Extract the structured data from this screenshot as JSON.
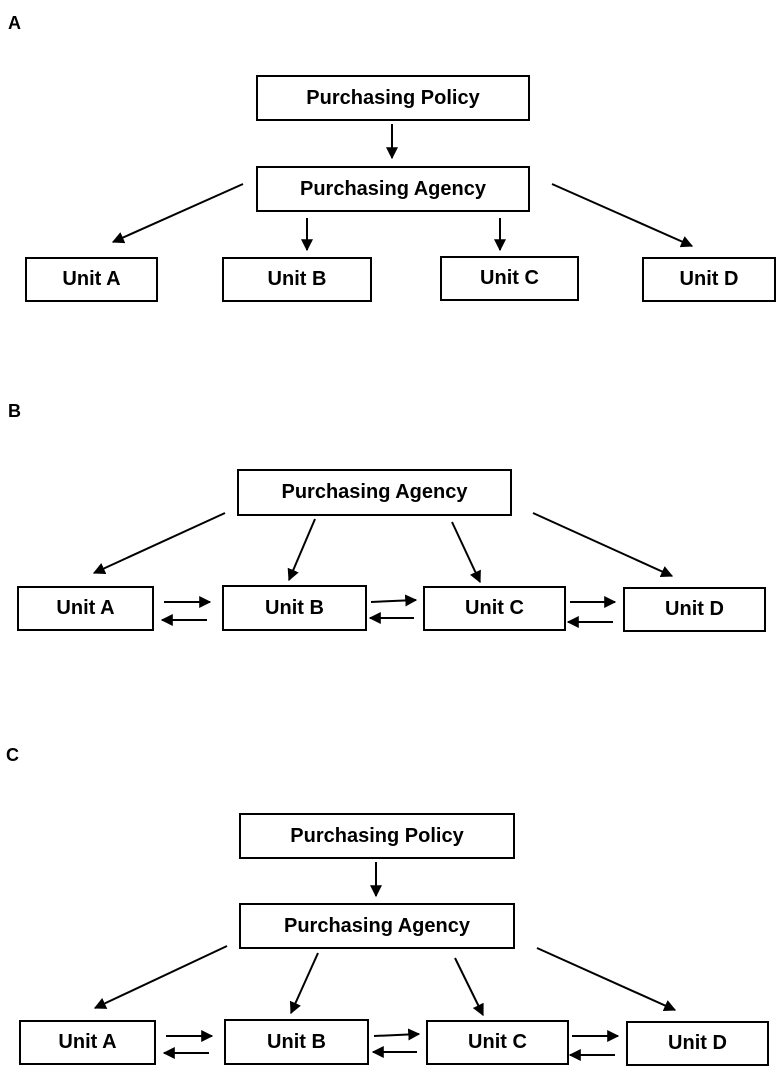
{
  "panels": {
    "a": {
      "label": "A",
      "policy": "Purchasing Policy",
      "agency": "Purchasing Agency",
      "units": [
        "Unit A",
        "Unit B",
        "Unit C",
        "Unit D"
      ]
    },
    "b": {
      "label": "B",
      "agency": "Purchasing Agency",
      "units": [
        "Unit A",
        "Unit B",
        "Unit C",
        "Unit D"
      ]
    },
    "c": {
      "label": "C",
      "policy": "Purchasing Policy",
      "agency": "Purchasing Agency",
      "units": [
        "Unit A",
        "Unit B",
        "Unit C",
        "Unit D"
      ]
    }
  },
  "colors": {
    "stroke": "#000000",
    "background": "#ffffff"
  }
}
